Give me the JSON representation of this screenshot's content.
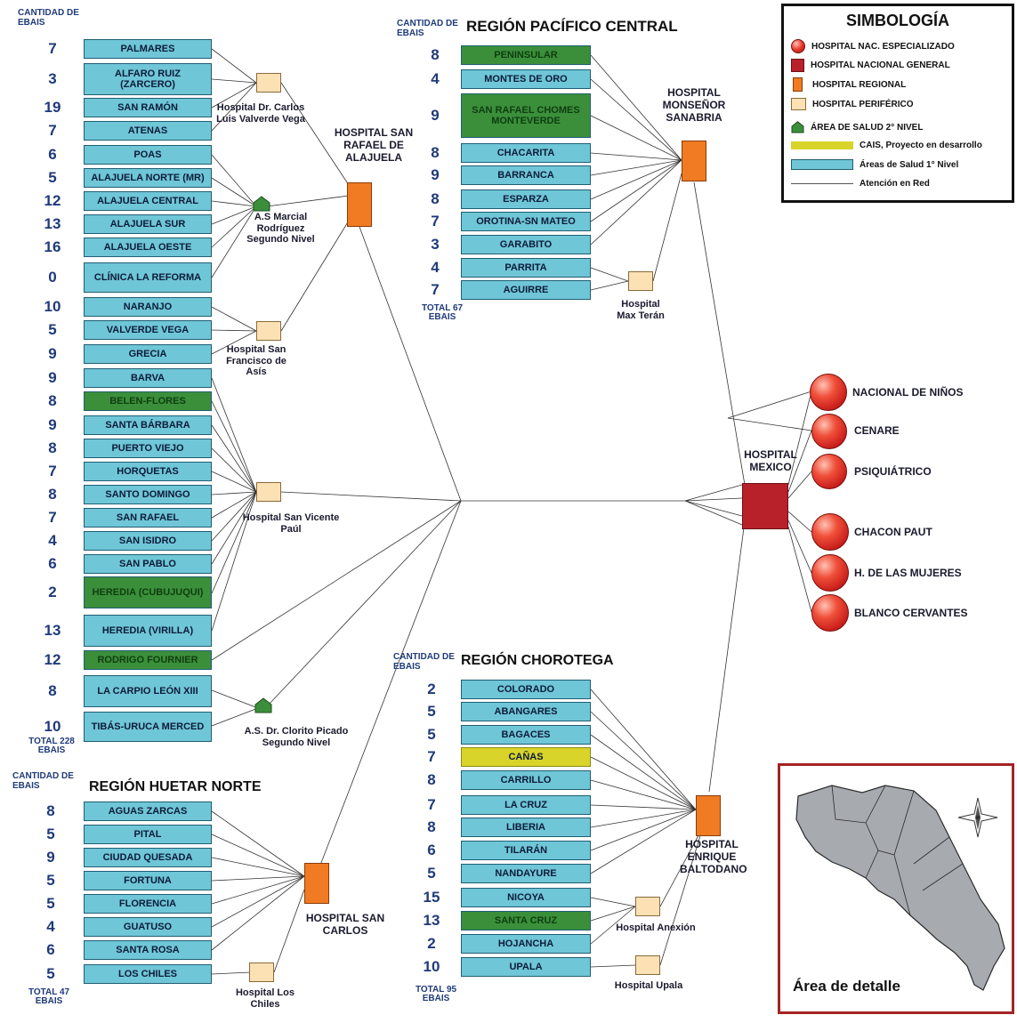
{
  "legend": {
    "title": "SIMBOLOGÍA",
    "items": [
      {
        "label": "HOSPITAL NAC. ESPECIALIZADO",
        "symbol": "specialized-hospital-icon"
      },
      {
        "label": "HOSPITAL NACIONAL GENERAL",
        "symbol": "general-hospital-icon"
      },
      {
        "label": "HOSPITAL REGIONAL",
        "symbol": "regional-hospital-icon"
      },
      {
        "label": "HOSPITAL PERIFÉRICO",
        "symbol": "peripheral-hospital-icon"
      },
      {
        "label": "ÁREA DE SALUD 2° NIVEL",
        "symbol": "health-area-house-icon"
      },
      {
        "label": "CAIS, Proyecto en desarrollo",
        "symbol": "cais-swatch"
      },
      {
        "label": "Áreas de Salud 1° Nivel",
        "symbol": "health-area-swatch"
      },
      {
        "label": "Atención en Red",
        "symbol": "network-line"
      }
    ]
  },
  "colors": {
    "first_level": "#6fc6d6",
    "second_level_green": "#3b8f3a",
    "cais": "#d8d42a",
    "regional_hospital": "#f07b22",
    "general_hospital": "#b8202a",
    "peripheral_hospital": "#fbe1b4",
    "specialized_hospital": "#e8392a",
    "map_border": "#a32424"
  },
  "central_norte": {
    "count_header": "CANTIDAD DE EBAIS",
    "total": "TOTAL 228 EBAIS",
    "areas": [
      {
        "count": "7",
        "name": "PALMARES",
        "style": "b1"
      },
      {
        "count": "3",
        "name": "ALFARO RUIZ (ZARCERO)",
        "style": "b1"
      },
      {
        "count": "19",
        "name": "SAN RAMÓN",
        "style": "b1"
      },
      {
        "count": "7",
        "name": "ATENAS",
        "style": "b1"
      },
      {
        "count": "6",
        "name": "POAS",
        "style": "b1"
      },
      {
        "count": "5",
        "name": "ALAJUELA NORTE (MR)",
        "style": "b1"
      },
      {
        "count": "12",
        "name": "ALAJUELA CENTRAL",
        "style": "b1"
      },
      {
        "count": "13",
        "name": "ALAJUELA SUR",
        "style": "b1"
      },
      {
        "count": "16",
        "name": "ALAJUELA OESTE",
        "style": "b1"
      },
      {
        "count": "0",
        "name": "CLÍNICA LA REFORMA",
        "style": "b1"
      },
      {
        "count": "10",
        "name": "NARANJO",
        "style": "b1"
      },
      {
        "count": "5",
        "name": "VALVERDE VEGA",
        "style": "b1"
      },
      {
        "count": "9",
        "name": "GRECIA",
        "style": "b1"
      },
      {
        "count": "9",
        "name": "BARVA",
        "style": "b1"
      },
      {
        "count": "8",
        "name": "BELEN-FLORES",
        "style": "b2"
      },
      {
        "count": "9",
        "name": "SANTA BÁRBARA",
        "style": "b1"
      },
      {
        "count": "8",
        "name": "PUERTO VIEJO",
        "style": "b1"
      },
      {
        "count": "7",
        "name": "HORQUETAS",
        "style": "b1"
      },
      {
        "count": "8",
        "name": "SANTO DOMINGO",
        "style": "b1"
      },
      {
        "count": "7",
        "name": "SAN RAFAEL",
        "style": "b1"
      },
      {
        "count": "4",
        "name": "SAN ISIDRO",
        "style": "b1"
      },
      {
        "count": "6",
        "name": "SAN PABLO",
        "style": "b1"
      },
      {
        "count": "2",
        "name": "HEREDIA (CUBUJUQUI)",
        "style": "b2"
      },
      {
        "count": "13",
        "name": "HEREDIA (VIRILLA)",
        "style": "b1"
      },
      {
        "count": "12",
        "name": "RODRIGO FOURNIER",
        "style": "b2"
      },
      {
        "count": "8",
        "name": "LA CARPIO LEÓN XIII",
        "style": "b1"
      },
      {
        "count": "10",
        "name": "TIBÁS-URUCA MERCED",
        "style": "b1"
      }
    ],
    "facilities": {
      "valverde_vega": "Hospital Dr. Carlos Luis Valverde Vega",
      "marcial": "A.S Marcial Rodríguez Segundo Nivel",
      "alajuela": "HOSPITAL SAN RAFAEL DE ALAJUELA",
      "san_francisco": "Hospital San Francisco de Asís",
      "san_vicente": "Hospital San Vicente Paúl",
      "clorito": "A.S. Dr. Clorito Picado Segundo Nivel"
    }
  },
  "huetar_norte": {
    "count_header": "CANTIDAD DE EBAIS",
    "title": "REGIÓN HUETAR NORTE",
    "total": "TOTAL 47 EBAIS",
    "areas": [
      {
        "count": "8",
        "name": "AGUAS ZARCAS",
        "style": "b1"
      },
      {
        "count": "5",
        "name": "PITAL",
        "style": "b1"
      },
      {
        "count": "9",
        "name": "CIUDAD QUESADA",
        "style": "b1"
      },
      {
        "count": "5",
        "name": "FORTUNA",
        "style": "b1"
      },
      {
        "count": "5",
        "name": "FLORENCIA",
        "style": "b1"
      },
      {
        "count": "4",
        "name": "GUATUSO",
        "style": "b1"
      },
      {
        "count": "6",
        "name": "SANTA ROSA",
        "style": "b1"
      },
      {
        "count": "5",
        "name": "LOS CHILES",
        "style": "b1"
      }
    ],
    "facilities": {
      "san_carlos": "HOSPITAL SAN CARLOS",
      "los_chiles": "Hospital Los Chiles"
    }
  },
  "pacifico_central": {
    "count_header": "CANTIDAD DE EBAIS",
    "title": "REGIÓN PACÍFICO CENTRAL",
    "total": "TOTAL 67 EBAIS",
    "areas": [
      {
        "count": "8",
        "name": "PENINSULAR",
        "style": "b2"
      },
      {
        "count": "4",
        "name": "MONTES DE ORO",
        "style": "b1"
      },
      {
        "count": "9",
        "name": "SAN RAFAEL CHOMES MONTEVERDE",
        "style": "b2"
      },
      {
        "count": "8",
        "name": "CHACARITA",
        "style": "b1"
      },
      {
        "count": "9",
        "name": "BARRANCA",
        "style": "b1"
      },
      {
        "count": "8",
        "name": "ESPARZA",
        "style": "b1"
      },
      {
        "count": "7",
        "name": "OROTINA-SN MATEO",
        "style": "b1"
      },
      {
        "count": "3",
        "name": "GARABITO",
        "style": "b1"
      },
      {
        "count": "4",
        "name": "PARRITA",
        "style": "b1"
      },
      {
        "count": "7",
        "name": "AGUIRRE",
        "style": "b1"
      }
    ],
    "facilities": {
      "monsenor": "HOSPITAL MONSEÑOR SANABRIA",
      "max_teran": "Hospital Max Terán"
    }
  },
  "chorotega": {
    "count_header": "CANTIDAD DE EBAIS",
    "title": "REGIÓN CHOROTEGA",
    "total": "TOTAL 95 EBAIS",
    "areas": [
      {
        "count": "2",
        "name": "COLORADO",
        "style": "b1"
      },
      {
        "count": "5",
        "name": "ABANGARES",
        "style": "b1"
      },
      {
        "count": "5",
        "name": "BAGACES",
        "style": "b1"
      },
      {
        "count": "7",
        "name": "CAÑAS",
        "style": "b3"
      },
      {
        "count": "8",
        "name": "CARRILLO",
        "style": "b1"
      },
      {
        "count": "7",
        "name": "LA CRUZ",
        "style": "b1"
      },
      {
        "count": "8",
        "name": "LIBERIA",
        "style": "b1"
      },
      {
        "count": "6",
        "name": "TILARÁN",
        "style": "b1"
      },
      {
        "count": "5",
        "name": "NANDAYURE",
        "style": "b1"
      },
      {
        "count": "15",
        "name": "NICOYA",
        "style": "b1"
      },
      {
        "count": "13",
        "name": "SANTA CRUZ",
        "style": "b2"
      },
      {
        "count": "2",
        "name": "HOJANCHA",
        "style": "b1"
      },
      {
        "count": "10",
        "name": "UPALA",
        "style": "b1"
      }
    ],
    "facilities": {
      "baltodano": "HOSPITAL ENRIQUE BALTODANO",
      "anexion": "Hospital Anexión",
      "upala": "Hospital Upala"
    }
  },
  "mexico": {
    "label": "HOSPITAL MEXICO",
    "specialized": [
      "NACIONAL DE NIÑOS",
      "CENARE",
      "PSIQUIÁTRICO",
      "CHACON PAUT",
      "H. DE LAS MUJERES",
      "BLANCO CERVANTES"
    ]
  },
  "map": {
    "caption": "Área de detalle",
    "compass": "compass-rose-icon"
  }
}
